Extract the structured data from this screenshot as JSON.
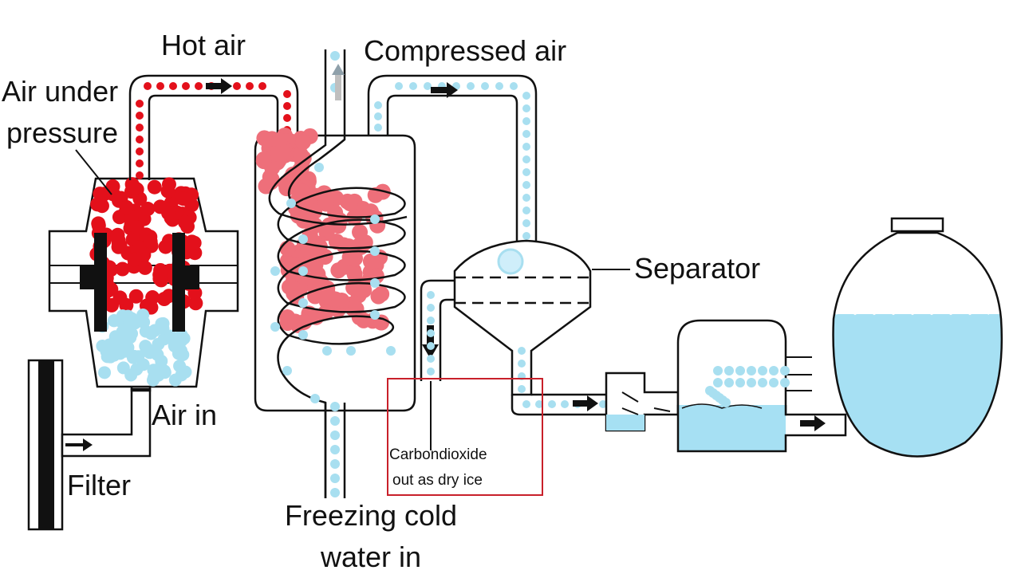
{
  "labels": {
    "hot_air": "Hot air",
    "compressed_air": "Compressed air",
    "air_under_pressure_line1": "Air under",
    "air_under_pressure_line2": "pressure",
    "separator": "Separator",
    "air_in": "Air in",
    "filter": "Filter",
    "freezing_cold_line1": "Freezing cold",
    "freezing_cold_line2": "water in",
    "dry_ice_line1": "Carbondioxide",
    "dry_ice_line2": "out as dry ice"
  },
  "colors": {
    "hot": "#e3101b",
    "warm": "#ee6f7a",
    "cold": "#a8dff0",
    "liquid": "#a6e0f3",
    "outline": "#111111",
    "highlight": "#c8202a"
  }
}
